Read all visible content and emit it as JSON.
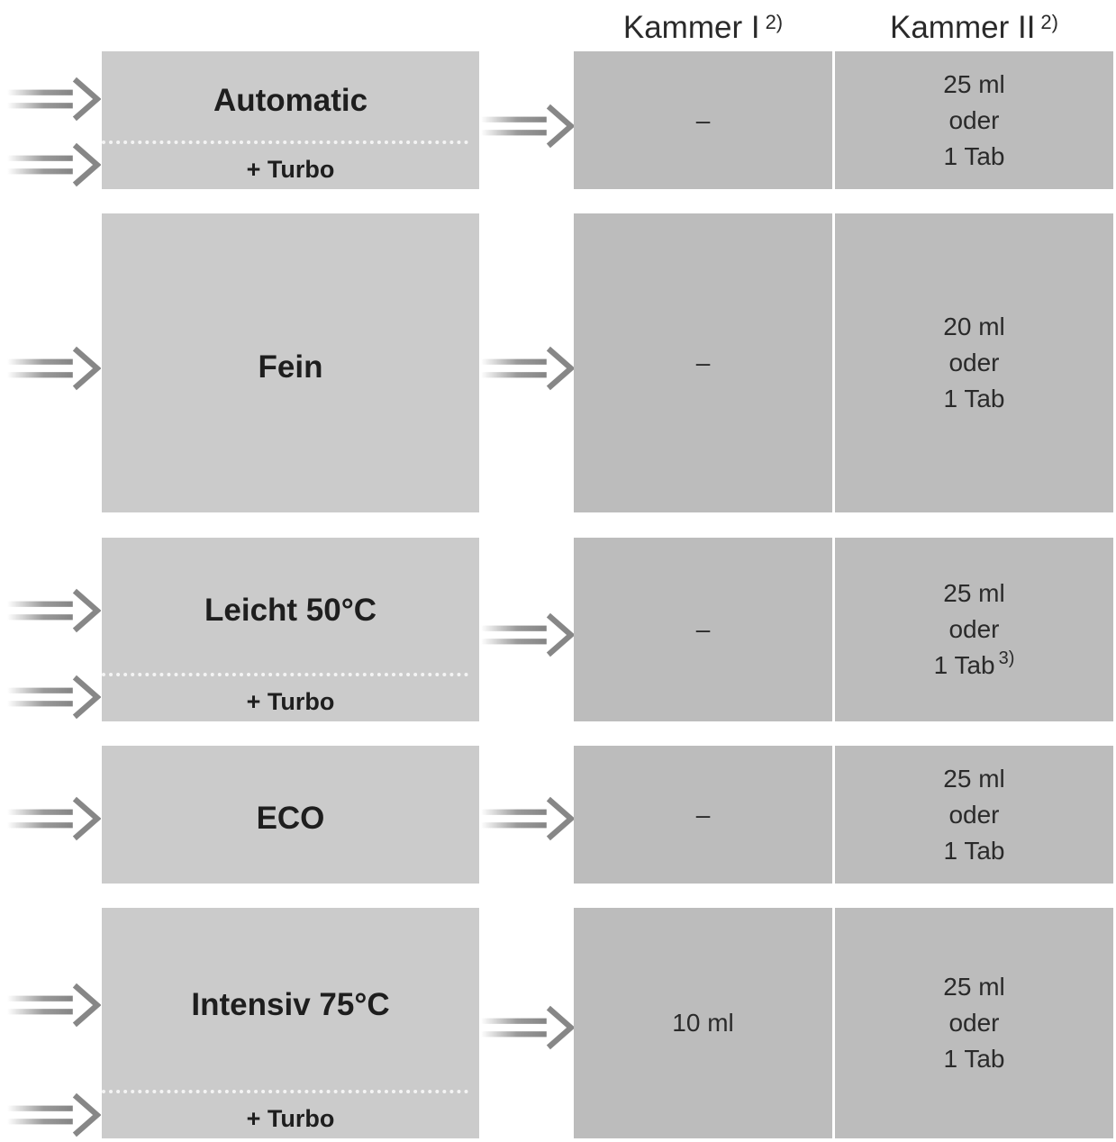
{
  "headers": {
    "chamber1": "Kammer I",
    "chamber1_note": "2)",
    "chamber2": "Kammer II",
    "chamber2_note": "2)"
  },
  "rows": [
    {
      "program": "Automatic",
      "turbo": "+ Turbo",
      "chamber1": "–",
      "chamber2": {
        "line1": "25 ml",
        "line2": "oder",
        "line3": "1 Tab",
        "note": ""
      }
    },
    {
      "program": "Fein",
      "turbo": "",
      "chamber1": "–",
      "chamber2": {
        "line1": "20 ml",
        "line2": "oder",
        "line3": "1 Tab",
        "note": ""
      }
    },
    {
      "program": "Leicht 50°C",
      "turbo": "+ Turbo",
      "chamber1": "–",
      "chamber2": {
        "line1": "25 ml",
        "line2": "oder",
        "line3": "1 Tab",
        "note": "3)"
      }
    },
    {
      "program": "ECO",
      "turbo": "",
      "chamber1": "–",
      "chamber2": {
        "line1": "25 ml",
        "line2": "oder",
        "line3": "1 Tab",
        "note": ""
      }
    },
    {
      "program": "Intensiv 75°C",
      "turbo": "+ Turbo",
      "chamber1": "10 ml",
      "chamber2": {
        "line1": "25 ml",
        "line2": "oder",
        "line3": "1 Tab",
        "note": ""
      }
    }
  ],
  "colors": {
    "program_box": "#cbcbcb",
    "chamber_box": "#bcbcbc",
    "arrow": "#8a8a8a"
  },
  "icons": {
    "arrow": "double-arrow-icon"
  }
}
